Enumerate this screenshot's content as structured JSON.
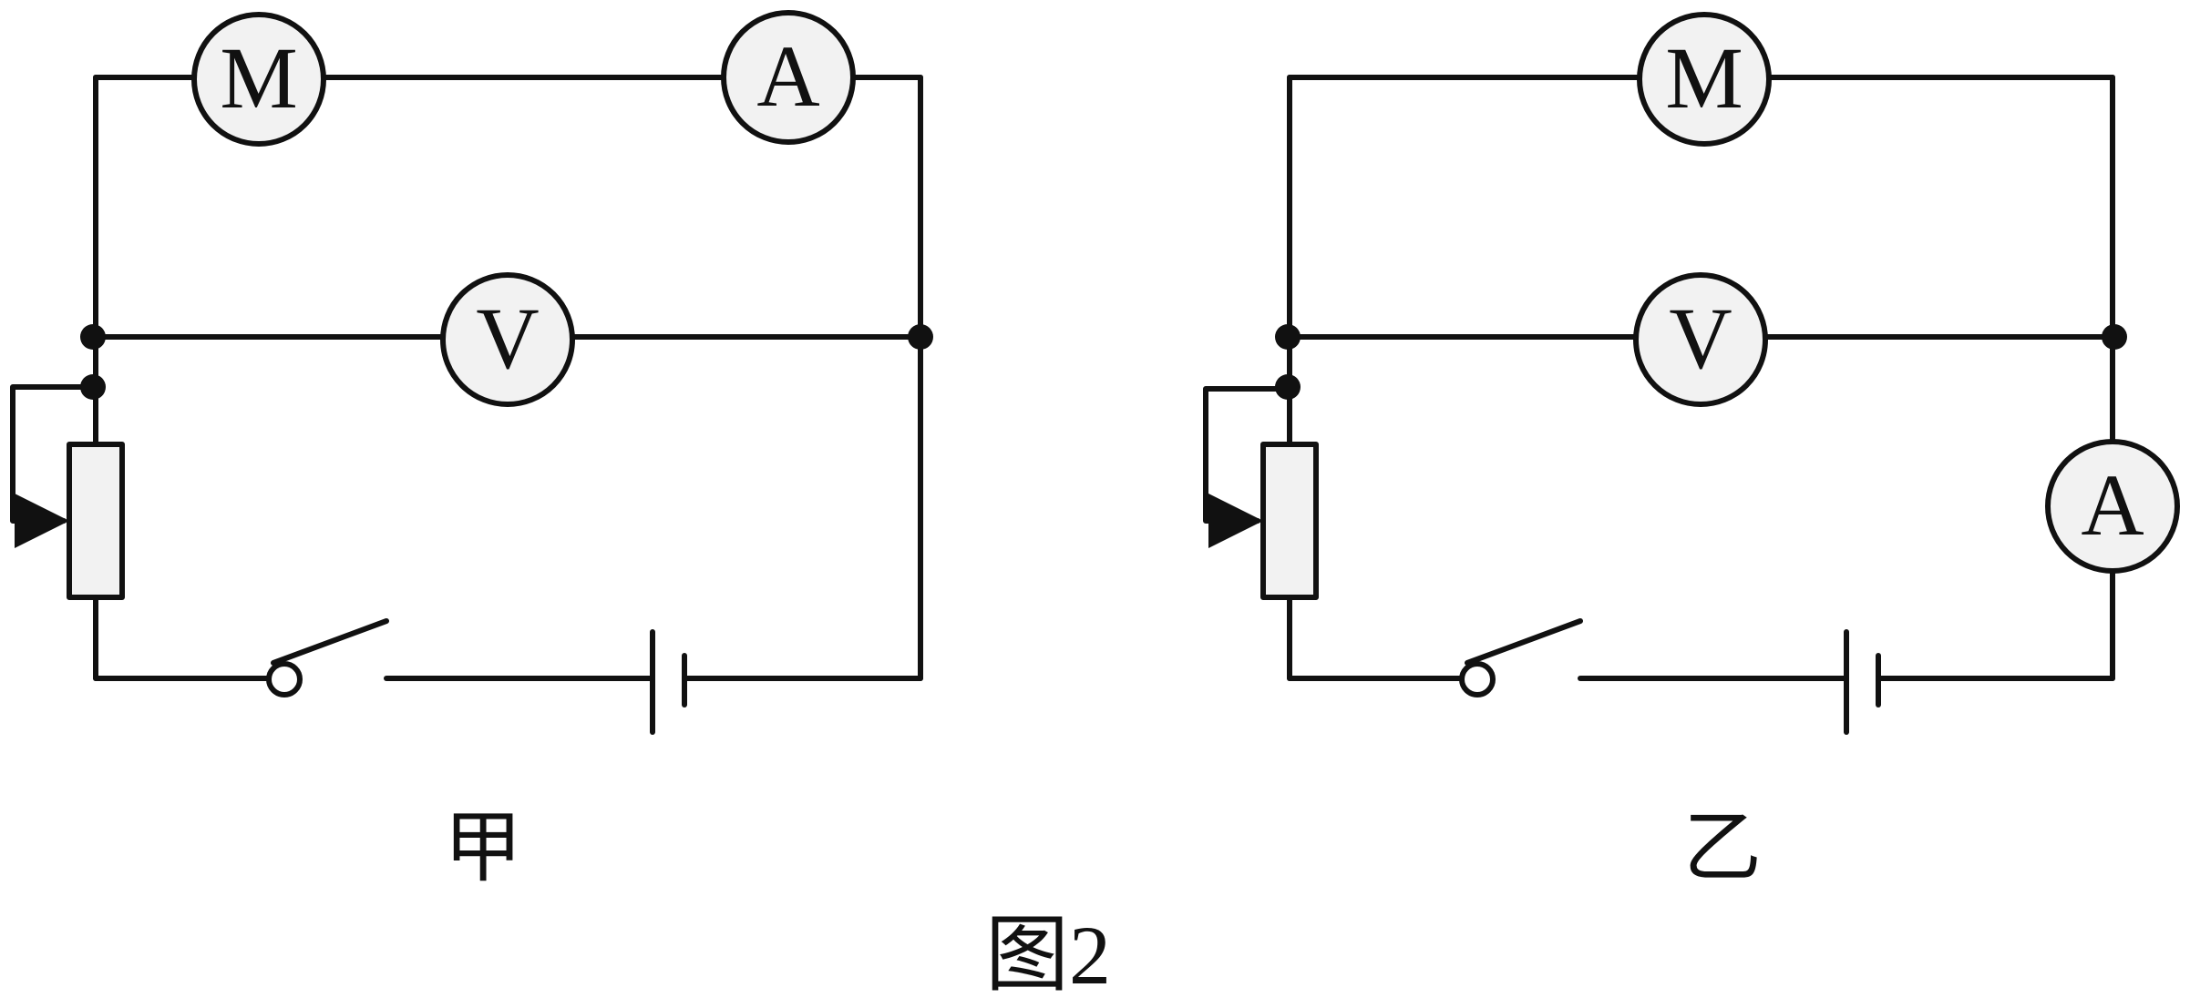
{
  "diagram_a": {
    "caption": "甲",
    "components": {
      "motor": "M",
      "ammeter": "A",
      "voltmeter": "V"
    }
  },
  "diagram_b": {
    "caption": "乙",
    "components": {
      "motor": "M",
      "ammeter": "A",
      "voltmeter": "V"
    }
  },
  "figure_caption": "图2",
  "colors": {
    "wire": "#111111",
    "meter_fill": "#f2f2f2",
    "background": "#ffffff"
  }
}
